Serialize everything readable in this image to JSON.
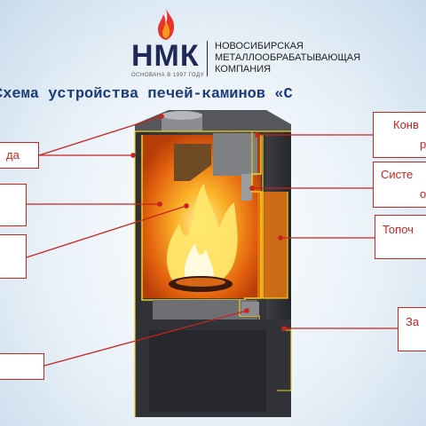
{
  "logo": {
    "brand": "НМК",
    "since": "ОСНОВАНА В 1997 ГОДУ",
    "company_line1": "НОВОСИБИРСКАЯ",
    "company_line2": "МЕТАЛЛООБРАБАТЫВАЮЩАЯ",
    "company_line3": "КОМПАНИЯ",
    "flame_colors": [
      "#e8322a",
      "#f59a1c"
    ]
  },
  "title": "Схема устройства печей-каминов «С",
  "callouts": {
    "left_top": "да",
    "right_top_l1": "Конв",
    "right_top_l2": "р",
    "right_mid_l1": "Систе",
    "right_mid_l2": "о",
    "right_fire": "Топоч",
    "right_bottom": "За"
  },
  "colors": {
    "accent_red": "#c8241e",
    "title_blue": "#1a3a7a",
    "brand_navy": "#1e2a55",
    "stove_dark": "#3b3d42",
    "outline_yellow": "#f2d21a",
    "fire_orange": "#f07a14"
  }
}
